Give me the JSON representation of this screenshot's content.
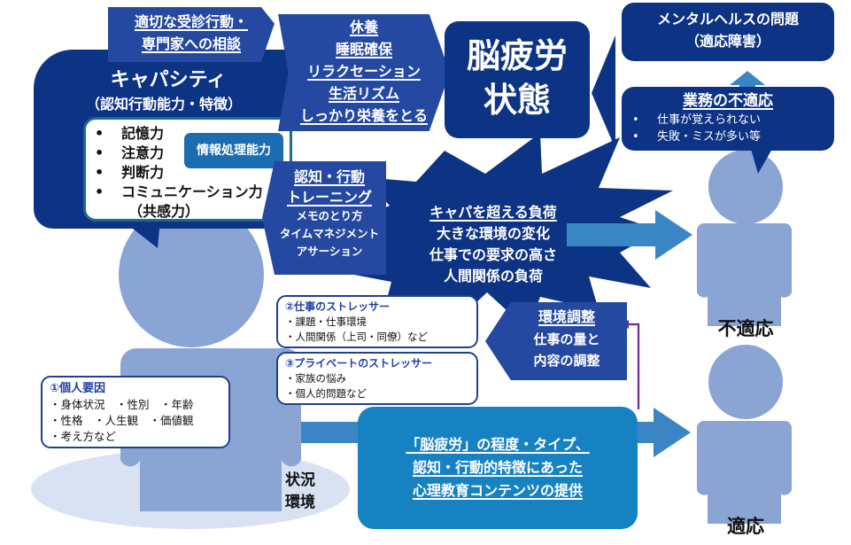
{
  "consult": {
    "lines": [
      "適切な受診行動・",
      "専門家への相談"
    ]
  },
  "capacity": {
    "title": "キャパシティ",
    "subtitle": "（認知行動能力・特徴）",
    "items": [
      {
        "bullet": "•",
        "label": "記憶力"
      },
      {
        "bullet": "•",
        "label": "注意力"
      },
      {
        "bullet": "•",
        "label": "判断力"
      },
      {
        "bullet": "•",
        "label": "コミュニケーション力"
      }
    ],
    "sub_item": "（共感力）",
    "info_badge": "情報処理能力"
  },
  "rest": {
    "lines": [
      "休養",
      "睡眠確保",
      "リラクセーション",
      "生活リズム",
      "しっかり栄養をとる"
    ]
  },
  "brain_fatigue": {
    "lines": [
      "脳疲労",
      "状態"
    ]
  },
  "mental_health": {
    "lines": [
      "メンタルヘルスの問題",
      "（適応障害）"
    ]
  },
  "work_maladaptation": {
    "title": "業務の不適応",
    "items": [
      {
        "bullet": "•",
        "label": "仕事が覚えられない"
      },
      {
        "bullet": "•",
        "label": "失敗・ミスが多い等"
      }
    ]
  },
  "training": {
    "title_lines": [
      "認知・行動",
      "トレーニング"
    ],
    "items": [
      "メモのとり方",
      "タイムマネジメント",
      "アサーション"
    ]
  },
  "overload": {
    "title": "キャパを超える負荷",
    "items": [
      "大きな環境の変化",
      "仕事での要求の高さ",
      "人間関係の負荷"
    ]
  },
  "work_stressor": {
    "title": "②仕事のストレッサー",
    "items": [
      "・課題・仕事環境",
      "・人間関係（上司・同僚）など"
    ]
  },
  "private_stressor": {
    "title": "③プライベートのストレッサー",
    "items": [
      "・家族の悩み",
      "・個人的問題など"
    ]
  },
  "personal_factors": {
    "title": "①個人要因",
    "items": [
      "・身体状況　・性別　・年齢",
      "・性格　・人生観　・価値観",
      "・考え方など"
    ]
  },
  "env_adjust": {
    "title": "環境調整",
    "lines": [
      "仕事の量と",
      "内容の調整"
    ]
  },
  "psychoeducation": {
    "lines": [
      "「脳疲労」の程度・タイプ、",
      "認知・行動的特徴にあった",
      "心理教育コンテンツの提供"
    ]
  },
  "situation": {
    "lines": [
      "状況",
      "環境"
    ]
  },
  "outcomes": {
    "maladapted": "不適応",
    "adapted": "適応"
  },
  "colors": {
    "navy": "#0d3384",
    "mid_blue": "#2549a0",
    "figure": "#8aa4d4",
    "ground": "#d8e2f2",
    "arrow_blue": "#3a86c4",
    "psych_box": "#1682c2",
    "connector": "#6a2c91"
  }
}
